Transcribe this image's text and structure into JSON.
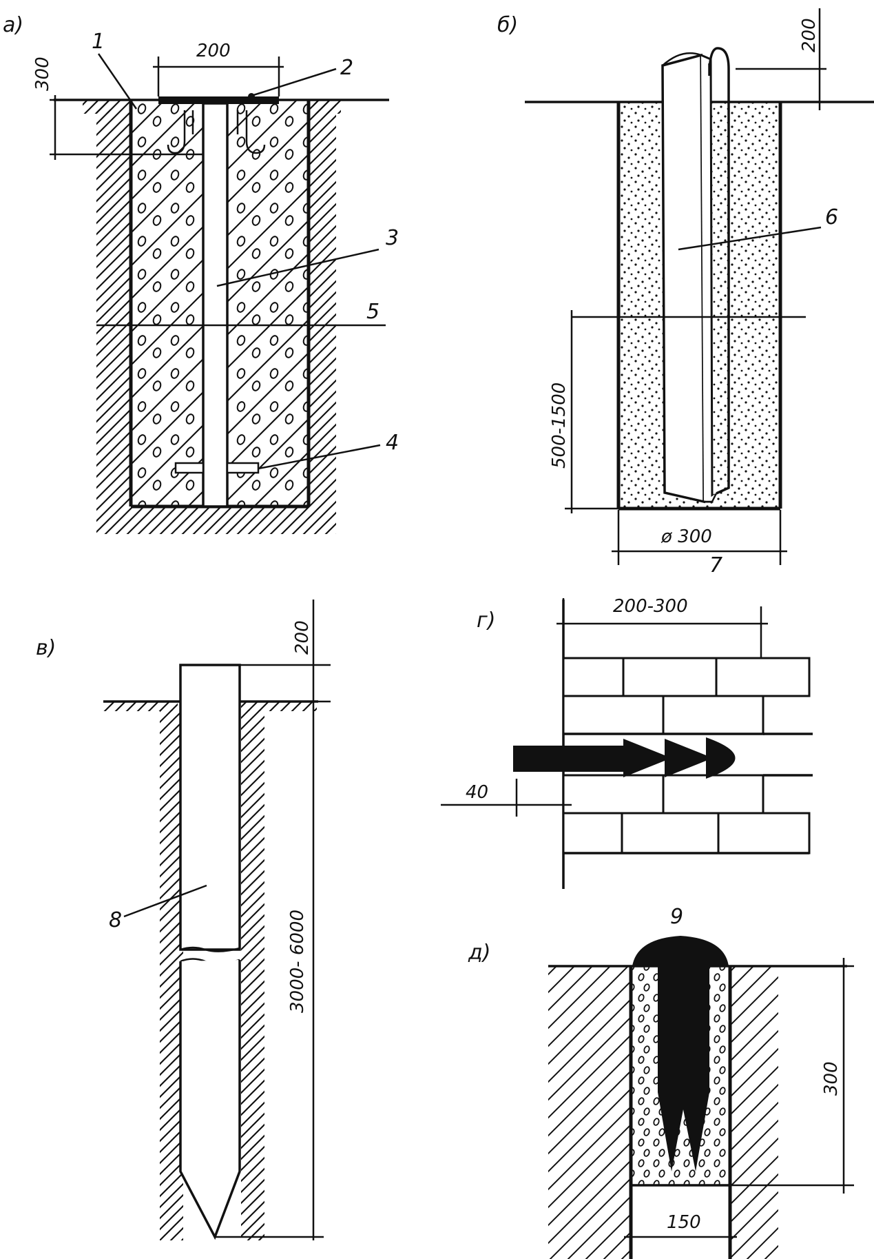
{
  "panels": {
    "a": {
      "letter": "a)",
      "callouts": [
        "1",
        "2",
        "3",
        "4",
        "5"
      ],
      "dimensions": {
        "width": "200",
        "depth": "300"
      }
    },
    "b": {
      "letter": "б)",
      "callouts": [
        "6",
        "7"
      ],
      "dimensions": {
        "above_ground": "200",
        "depth": "500-1500",
        "diameter": "ø 300"
      }
    },
    "v": {
      "letter": "в)",
      "callouts": [
        "8"
      ],
      "dimensions": {
        "above_ground": "200",
        "length": "3000- 6000"
      }
    },
    "g": {
      "letter": "г)",
      "dimensions": {
        "depth": "200-300",
        "offset": "40"
      }
    },
    "d": {
      "letter": "д)",
      "callouts": [
        "9"
      ],
      "dimensions": {
        "depth": "300",
        "width": "150"
      }
    }
  },
  "colors": {
    "ink": "#111111",
    "paper": "#ffffff"
  }
}
